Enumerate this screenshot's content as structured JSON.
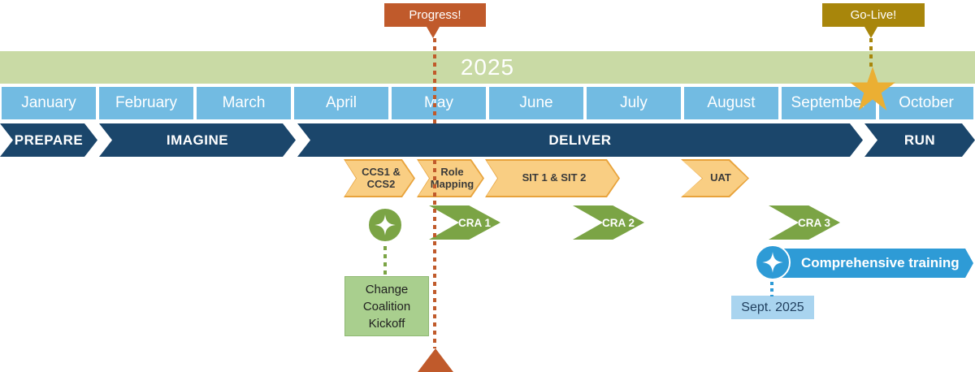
{
  "callouts": {
    "progress": {
      "label": "Progress!",
      "color": "#C05A2B"
    },
    "go_live": {
      "label": "Go-Live!",
      "color": "#A8860B"
    }
  },
  "year_bar": {
    "label": "2025",
    "color": "#C9DAA5"
  },
  "months": [
    "January",
    "February",
    "March",
    "April",
    "May",
    "June",
    "July",
    "August",
    "September",
    "October"
  ],
  "phases": [
    {
      "label": "PREPARE"
    },
    {
      "label": "IMAGINE"
    },
    {
      "label": "DELIVER"
    },
    {
      "label": "RUN"
    }
  ],
  "activities": [
    {
      "label": "CCS1 & CCS2"
    },
    {
      "label": "Role Mapping"
    },
    {
      "label": "SIT 1 & SIT 2"
    },
    {
      "label": "UAT"
    }
  ],
  "cra_milestones": [
    {
      "label": "CRA 1"
    },
    {
      "label": "CRA 2"
    },
    {
      "label": "CRA 3"
    }
  ],
  "events": {
    "change_kickoff": {
      "label": "Change Coalition Kickoff"
    },
    "training": {
      "label": "Comprehensive training",
      "date": "Sept. 2025"
    }
  },
  "colors": {
    "phase_navy": "#1B466B",
    "month_blue": "#72BBE2",
    "year_green": "#C9DAA5",
    "activity_fill": "#F9CE83",
    "activity_border": "#E8A33C",
    "milestone_green": "#7BA445",
    "kickoff_green": "#A9CF8E",
    "progress_rust": "#C05A2B",
    "golive_gold": "#A8860B",
    "star_gold": "#EBAF33",
    "training_blue": "#2E9BD6",
    "date_light_blue": "#A9D4EF"
  }
}
